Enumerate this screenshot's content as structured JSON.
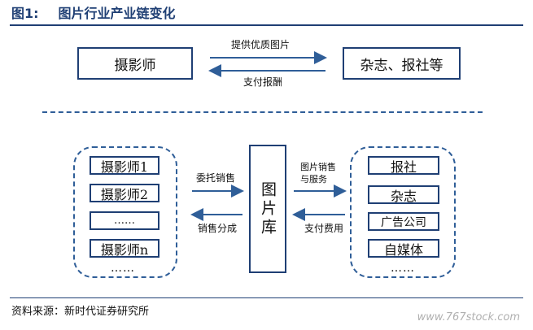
{
  "figure": {
    "number": "图1:",
    "title": "图片行业产业链变化"
  },
  "top_flow": {
    "photographer": "摄影师",
    "buyers": "杂志、报社等",
    "forward_label": "提供优质图片",
    "backward_label": "支付报酬"
  },
  "bottom_flow": {
    "photographers": [
      "摄影师1",
      "摄影师2",
      "……",
      "摄影师n"
    ],
    "photographers_more": "……",
    "library": "图片库",
    "entrust_label": "委托销售",
    "share_label": "销售分成",
    "service_label_line1": "图片销售",
    "service_label_line2": "与服务",
    "pay_label": "支付费用",
    "clients": [
      "报社",
      "杂志",
      "广告公司",
      "自媒体"
    ],
    "clients_more": "……"
  },
  "footer": {
    "source": "资料来源：新时代证券研究所",
    "watermark": "www.767stock.com"
  }
}
